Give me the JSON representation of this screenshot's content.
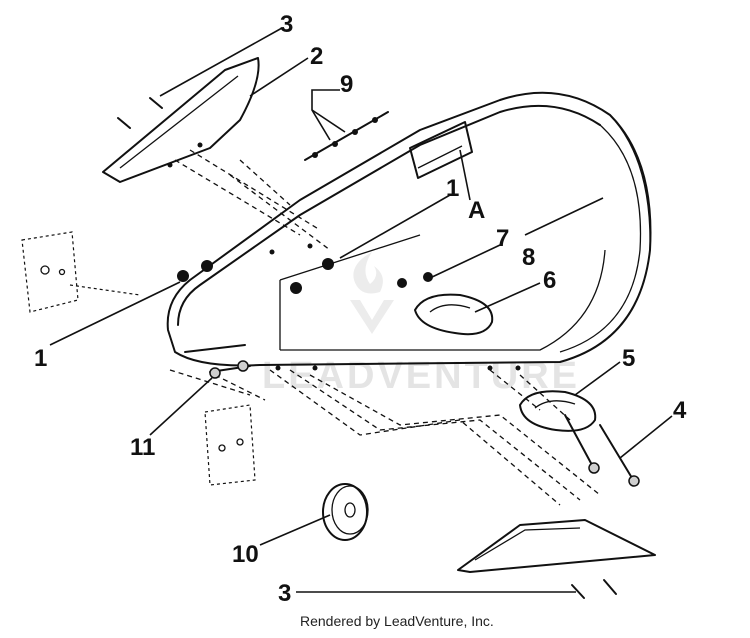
{
  "diagram": {
    "callouts": [
      {
        "label": "3"
      },
      {
        "label": "2"
      },
      {
        "label": "9"
      },
      {
        "label": "1"
      },
      {
        "label": "A"
      },
      {
        "label": "7"
      },
      {
        "label": "8"
      },
      {
        "label": "6"
      },
      {
        "label": "1"
      },
      {
        "label": "5"
      },
      {
        "label": "4"
      },
      {
        "label": "11"
      },
      {
        "label": "10"
      },
      {
        "label": "3"
      }
    ],
    "watermark": "LEADVENTURE",
    "credit": "Rendered by LeadVenture, Inc."
  }
}
